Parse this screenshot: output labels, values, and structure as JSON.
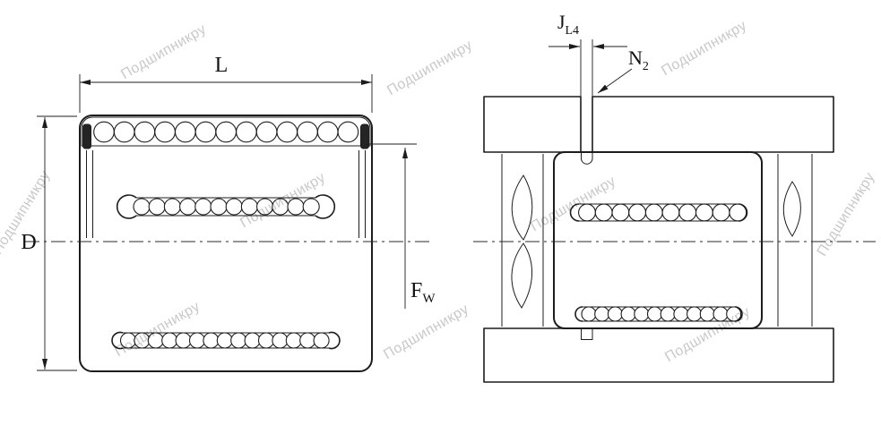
{
  "diagram": {
    "watermark": "Подшипникру",
    "labels": {
      "L": "L",
      "D": "D",
      "Fw_base": "F",
      "Fw_sub": "W",
      "J_base": "J",
      "J_sub": "L4",
      "N_base": "N",
      "N_sub": "2"
    },
    "colors": {
      "line": "#1c1c1c",
      "watermark": "#c9c9c9",
      "background": "#ffffff"
    }
  }
}
